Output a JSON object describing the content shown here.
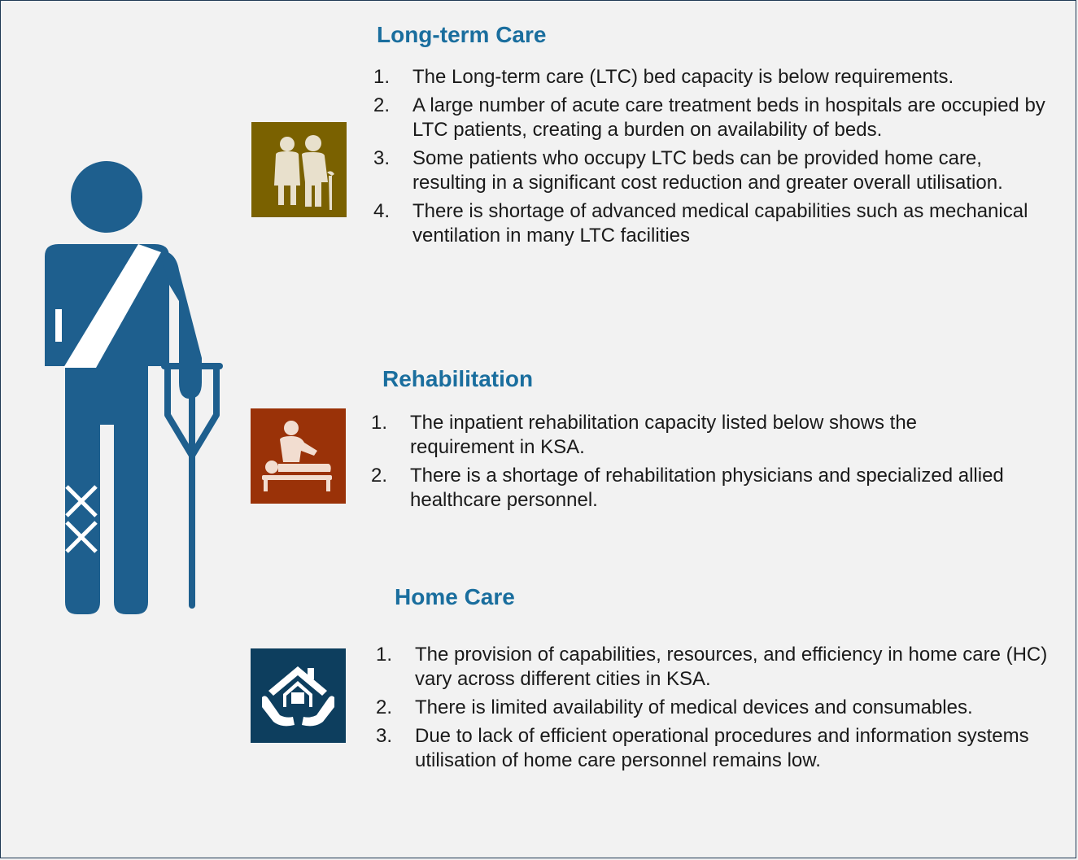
{
  "colors": {
    "figure": "#1e5f8e",
    "title": "#1a6e9e",
    "ltc_icon_bg": "#7a6100",
    "rehab_icon_bg": "#9a3208",
    "home_icon_bg": "#0d3e5e"
  },
  "sections": [
    {
      "title": "Long-term Care",
      "icon": "elderly-care-icon",
      "items": [
        {
          "num": "1.",
          "text": "The Long-term care (LTC) bed capacity is below requirements."
        },
        {
          "num": "2.",
          "text": "A large number of acute care treatment beds in hospitals are occupied by LTC patients, creating a burden on availability of beds."
        },
        {
          "num": "3.",
          "text": "Some patients who occupy LTC beds can be provided home care, resulting in a significant cost reduction and greater overall utilisation."
        },
        {
          "num": "4.",
          "text": "There is shortage of advanced medical capabilities such as mechanical ventilation in many LTC facilities"
        }
      ]
    },
    {
      "title": "Rehabilitation",
      "icon": "physiotherapy-icon",
      "items": [
        {
          "num": "1.",
          "text": "The inpatient rehabilitation capacity listed below shows the requirement in KSA."
        },
        {
          "num": "2.",
          "text": "There is a shortage of rehabilitation physicians and specialized allied healthcare personnel."
        }
      ]
    },
    {
      "title": "Home Care",
      "icon": "home-care-hands-icon",
      "items": [
        {
          "num": "1.",
          "text": "The provision of capabilities, resources, and efficiency in home care (HC) vary across different cities in KSA."
        },
        {
          "num": "2.",
          "text": "There is limited availability of medical devices and consumables."
        },
        {
          "num": "3.",
          "text": "Due to lack of efficient operational procedures and information systems utilisation of home care personnel remains low."
        }
      ]
    }
  ]
}
